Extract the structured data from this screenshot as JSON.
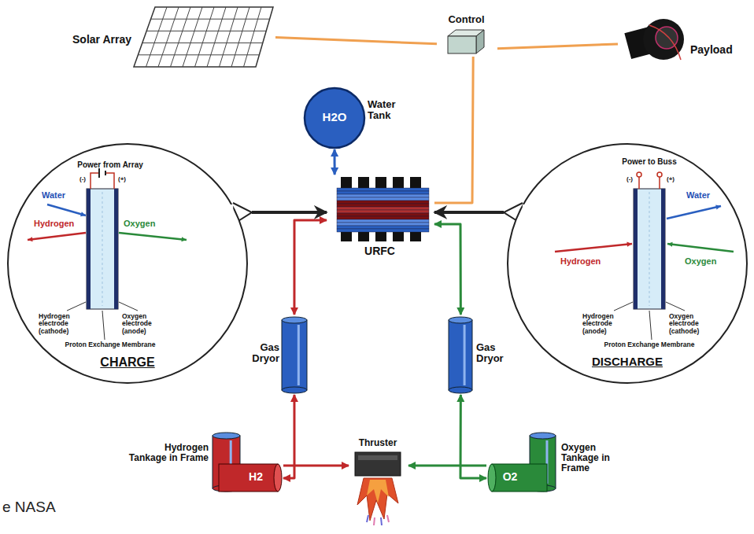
{
  "diagram": {
    "nodes": [
      {
        "text": [
          "Solar Array"
        ]
      },
      {
        "text": [
          "Control"
        ]
      },
      {
        "text": [
          "Payload"
        ]
      },
      {
        "text": [
          "H2O",
          "Water Tank"
        ]
      },
      {
        "text": [
          "Power from Array",
          "(-)",
          "(+)",
          "Water",
          "Hydrogen",
          "Oxygen",
          "Hydrogen electrode (cathode)",
          "Oxygen electrode (anode)",
          "Proton Exchange Membrane",
          "CHARGE"
        ]
      },
      {
        "text": [
          "URFC"
        ]
      },
      {
        "text": [
          "Power to Buss",
          "(-)",
          "(+)",
          "Water",
          "Hydrogen",
          "Oxygen",
          "Hydrogen electrode (anode)",
          "Oxygen electrode (cathode)",
          "Proton Exchange Membrane",
          "DISCHARGE"
        ]
      },
      {
        "text": [
          "Gas Dryor"
        ]
      },
      {
        "text": [
          "Gas Dryor"
        ]
      },
      {
        "text": [
          "H2",
          "Hydrogen Tankage in Frame"
        ]
      },
      {
        "text": [
          "Thruster"
        ]
      },
      {
        "text": [
          "O2",
          "Oxygen Tankage in Frame"
        ]
      }
    ],
    "edges": [
      {
        "from": 0,
        "to": 1,
        "arrow": "none"
      },
      {
        "from": 1,
        "to": 2,
        "arrow": "none"
      },
      {
        "from": 1,
        "to": 5,
        "arrow": "none"
      },
      {
        "from": 3,
        "to": 5,
        "arrow": "both"
      },
      {
        "from": 5,
        "to": 7,
        "arrow": "both"
      },
      {
        "from": 5,
        "to": 8,
        "arrow": "both"
      },
      {
        "from": 7,
        "to": 9,
        "arrow": "both"
      },
      {
        "from": 9,
        "to": 10,
        "arrow": "to"
      },
      {
        "from": 8,
        "to": 11,
        "arrow": "both"
      },
      {
        "from": 11,
        "to": 10,
        "arrow": "to"
      },
      {
        "from": 4,
        "to": 5,
        "arrow": "to"
      },
      {
        "from": 6,
        "to": 5,
        "arrow": "to"
      }
    ],
    "labels": [
      "e NASA"
    ]
  }
}
